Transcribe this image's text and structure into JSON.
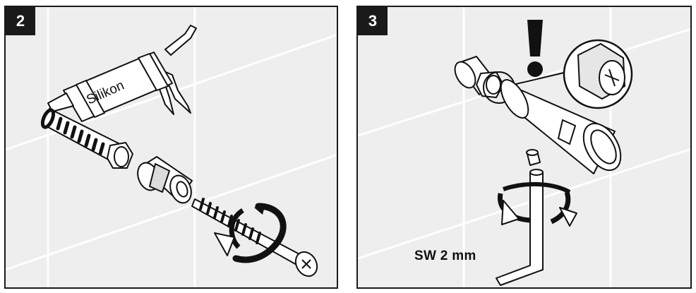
{
  "panels": [
    {
      "step": "2",
      "tube_label": "Silikon"
    },
    {
      "step": "3",
      "tool_label": "SW 2 mm"
    }
  ],
  "colors": {
    "ink": "#111111",
    "tile_background": "#eeeeee",
    "tile_grout": "#ffffff",
    "badge": "#1a1a1a"
  },
  "icons": [
    "silicone-cartridge-gun-icon",
    "wall-plug-icon",
    "spacer-sleeve-icon",
    "screw-icon",
    "rotate-arrow-icon",
    "attention-icon",
    "magnifier-detail-icon",
    "holder-cylinder-icon",
    "grub-screw-icon",
    "hex-key-icon"
  ]
}
